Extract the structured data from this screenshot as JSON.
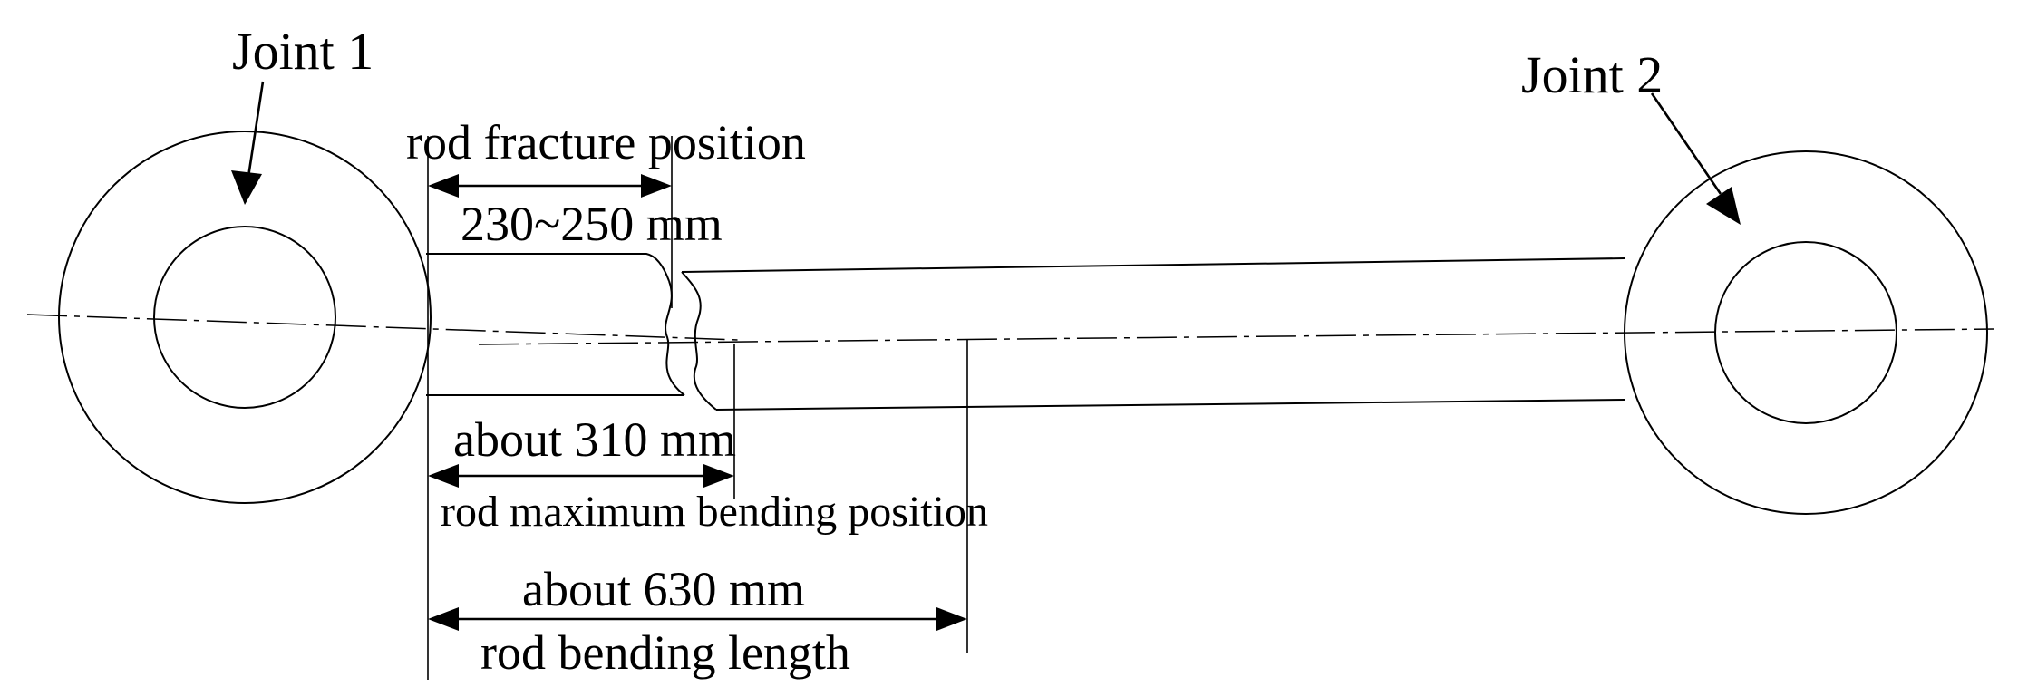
{
  "labels": {
    "joint1": "Joint 1",
    "joint2": "Joint 2",
    "fracture_position": "rod fracture position",
    "fracture_range": "230~250 mm",
    "max_bending_distance": "about 310 mm",
    "max_bending_position": "rod maximum bending position",
    "bending_length_value": "about 630 mm",
    "bending_length_label": "rod bending length"
  },
  "colors": {
    "line": "#000000",
    "background": "#ffffff"
  }
}
